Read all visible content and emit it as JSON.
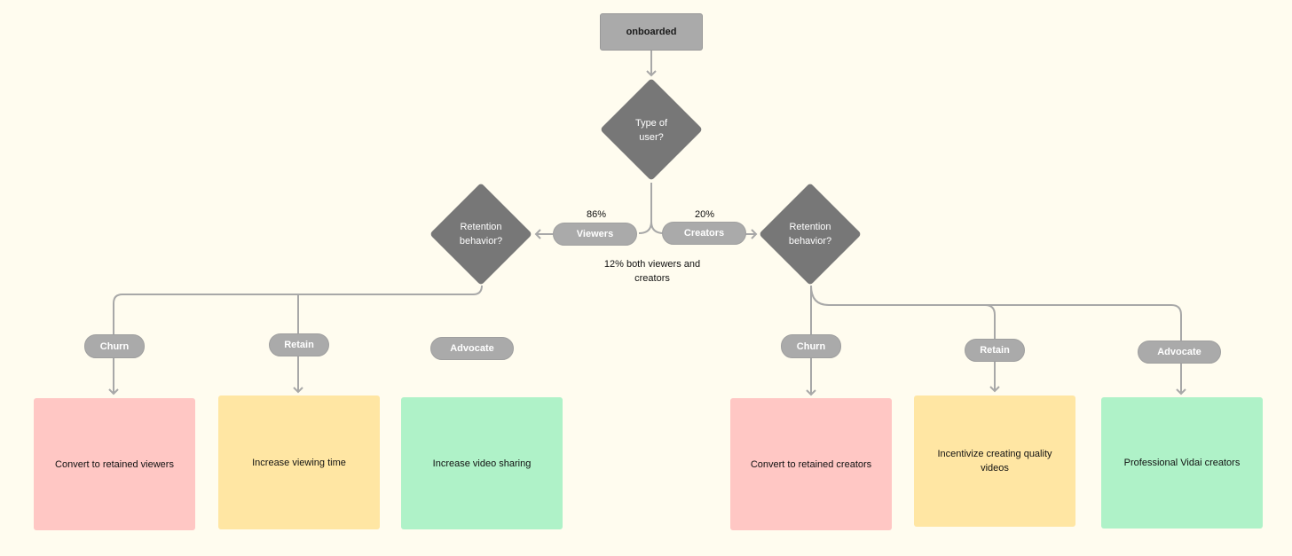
{
  "start": {
    "label": "onboarded"
  },
  "decision_user_type": {
    "label": "Type of user?"
  },
  "branches": {
    "viewers": {
      "label": "Viewers",
      "percent": "86%"
    },
    "creators": {
      "label": "Creators",
      "percent": "20%"
    },
    "overlap_note": "12% both viewers and creators"
  },
  "viewers_flow": {
    "decision": "Retention behavior?",
    "churn_label": "Churn",
    "retain_label": "Retain",
    "advocate_label": "Advocate",
    "churn_outcome": "Convert to retained viewers",
    "retain_outcome": "Increase viewing time",
    "advocate_outcome": "Increase video sharing"
  },
  "creators_flow": {
    "decision": "Retention behavior?",
    "churn_label": "Churn",
    "retain_label": "Retain",
    "advocate_label": "Advocate",
    "churn_outcome": "Convert to retained creators",
    "retain_outcome": "Incentivize creating quality videos",
    "advocate_outcome": "Professional Vidai creators"
  },
  "colors": {
    "background": "#fffcef",
    "churn": "#ffc7c4",
    "retain": "#ffe6a3",
    "advocate": "#aff2c8",
    "decision": "#777777",
    "pill": "#aaaaaa",
    "connector": "#a8a8a8"
  }
}
